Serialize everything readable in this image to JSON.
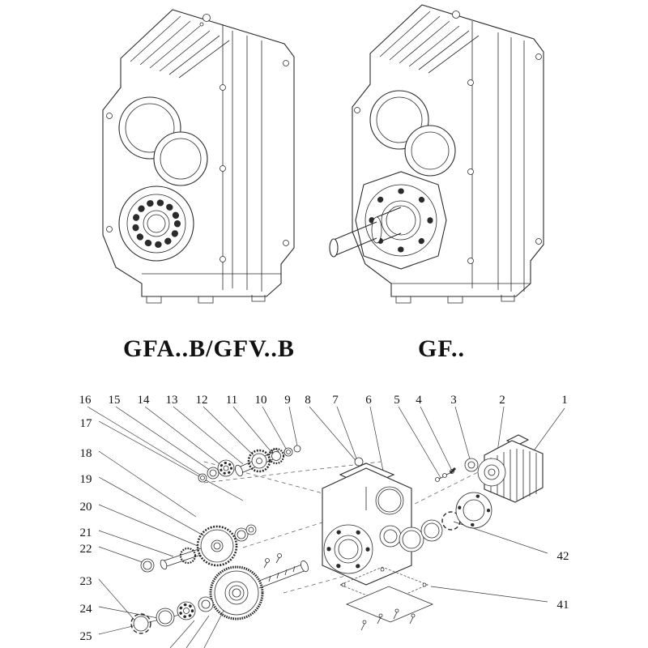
{
  "captions": {
    "left": "GFA..B/GFV..B",
    "right": "GF.."
  },
  "exploded": {
    "callouts_top": [
      "16",
      "15",
      "14",
      "13",
      "12",
      "11",
      "10",
      "9",
      "8",
      "7",
      "6",
      "5",
      "4",
      "3",
      "2",
      "1"
    ],
    "callouts_left": [
      "17",
      "18",
      "19",
      "20",
      "21",
      "22",
      "23",
      "24",
      "25"
    ],
    "callouts_right": [
      "42",
      "41"
    ]
  },
  "colors": {
    "line": "#2b2b2b",
    "leader": "#3a3a3a",
    "background": "#ffffff"
  }
}
